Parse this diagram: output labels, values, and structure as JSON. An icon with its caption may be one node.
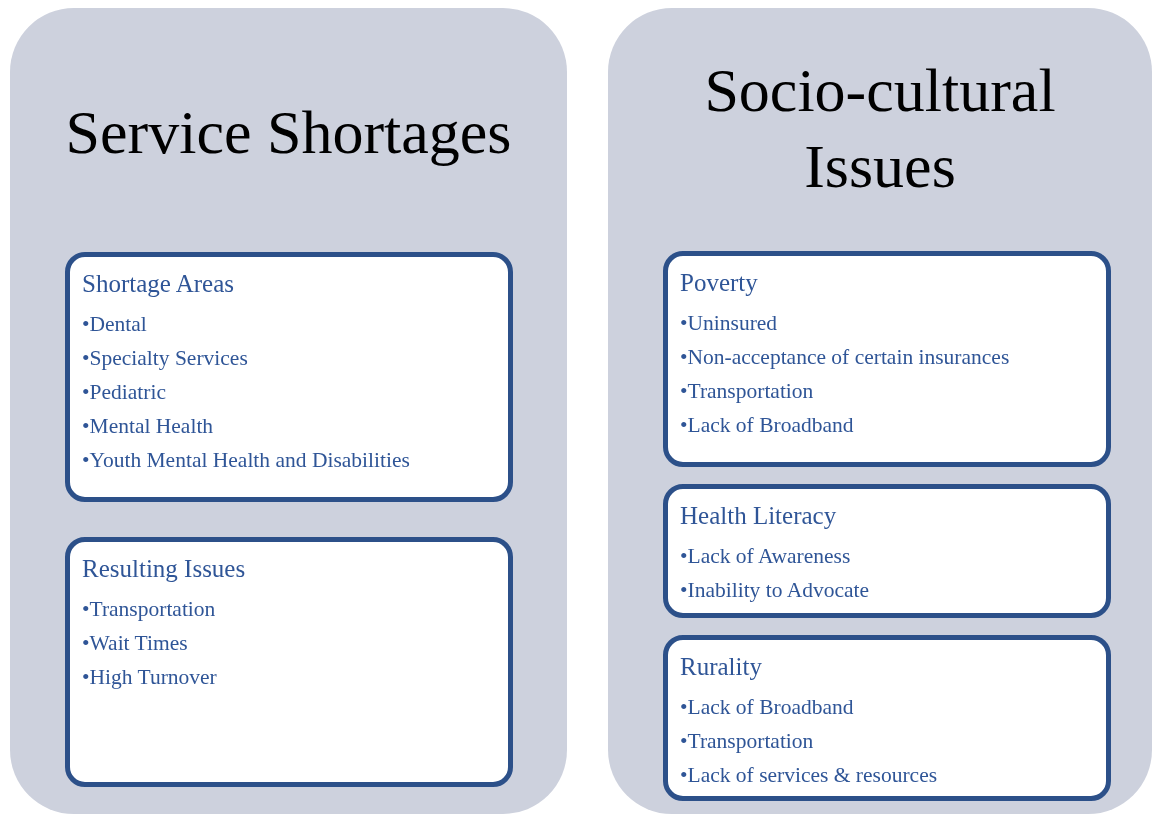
{
  "diagram": {
    "nodes": [
      {
        "text": [
          "Service Shortages"
        ]
      },
      {
        "text": [
          "Shortage Areas",
          "•Dental",
          "•Specialty Services",
          "•Pediatric",
          "•Mental Health",
          "•Youth Mental Health and Disabilities"
        ],
        "in": 0
      },
      {
        "text": [
          "Resulting Issues",
          "•Transportation",
          "•Wait Times",
          "•High Turnover"
        ],
        "in": 0
      },
      {
        "text": [
          "Socio-cultural Issues"
        ]
      },
      {
        "text": [
          "Poverty",
          "•Uninsured",
          "•Non-acceptance of certain insurances",
          "•Transportation",
          "•Lack of Broadband"
        ],
        "in": 3
      },
      {
        "text": [
          "Health Literacy",
          "•Lack of Awareness",
          "•Inability to Advocate"
        ],
        "in": 3
      },
      {
        "text": [
          "Rurality",
          "•Lack of Broadband",
          "•Transportation",
          "•Lack of services & resources"
        ],
        "in": 3
      }
    ]
  }
}
